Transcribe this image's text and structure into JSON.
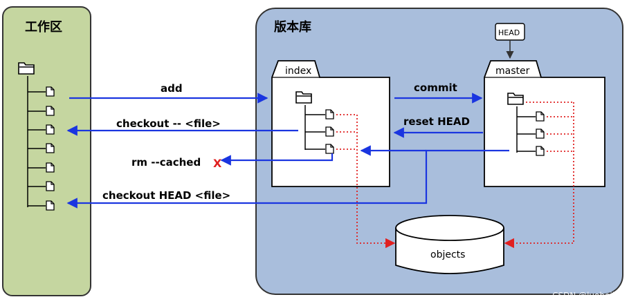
{
  "workspace": {
    "title": "工作区"
  },
  "repository": {
    "title": "版本库"
  },
  "head_box": {
    "label": "HEAD"
  },
  "index_folder": {
    "label": "index"
  },
  "master_folder": {
    "label": "master"
  },
  "objects_store": {
    "label": "objects"
  },
  "arrows": {
    "add": "add",
    "checkout_file": "checkout -- <file>",
    "rm_cached": "rm --cached",
    "rm_cached_mark": "X",
    "checkout_head": "checkout HEAD <file>",
    "commit": "commit",
    "reset_head": "reset HEAD"
  },
  "watermark": "CSDN @luobeihai",
  "colors": {
    "workspace_fill": "#c5d6a0",
    "repository_fill": "#a9bedc",
    "arrow_blue": "#1a35e0",
    "dotted_red": "#e02020"
  }
}
